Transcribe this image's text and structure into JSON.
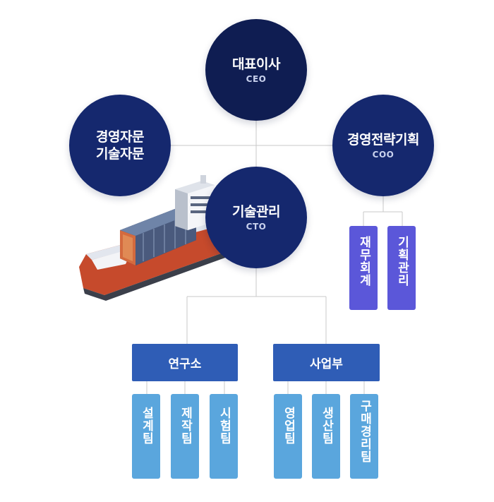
{
  "nodes": {
    "ceo": {
      "title": "대표이사",
      "sub": "CEO"
    },
    "advisory": {
      "line1": "경영자문",
      "line2": "기술자문"
    },
    "coo": {
      "title": "경영전략기획",
      "sub": "COO"
    },
    "cto": {
      "title": "기술관리",
      "sub": "CTO"
    }
  },
  "coo_teams": [
    "재무회계",
    "기획관리"
  ],
  "departments": {
    "research": "연구소",
    "business": "사업부"
  },
  "research_teams": [
    "설계팀",
    "제작팀",
    "시험팀"
  ],
  "business_teams": [
    "영업팀",
    "생산팀",
    "구매경리팀"
  ],
  "colors": {
    "circle": "#15286e",
    "dept": "#2f5db6",
    "purple_team": "#5b57d9",
    "light_team": "#5aa6dd",
    "line": "#c8c8c8"
  }
}
